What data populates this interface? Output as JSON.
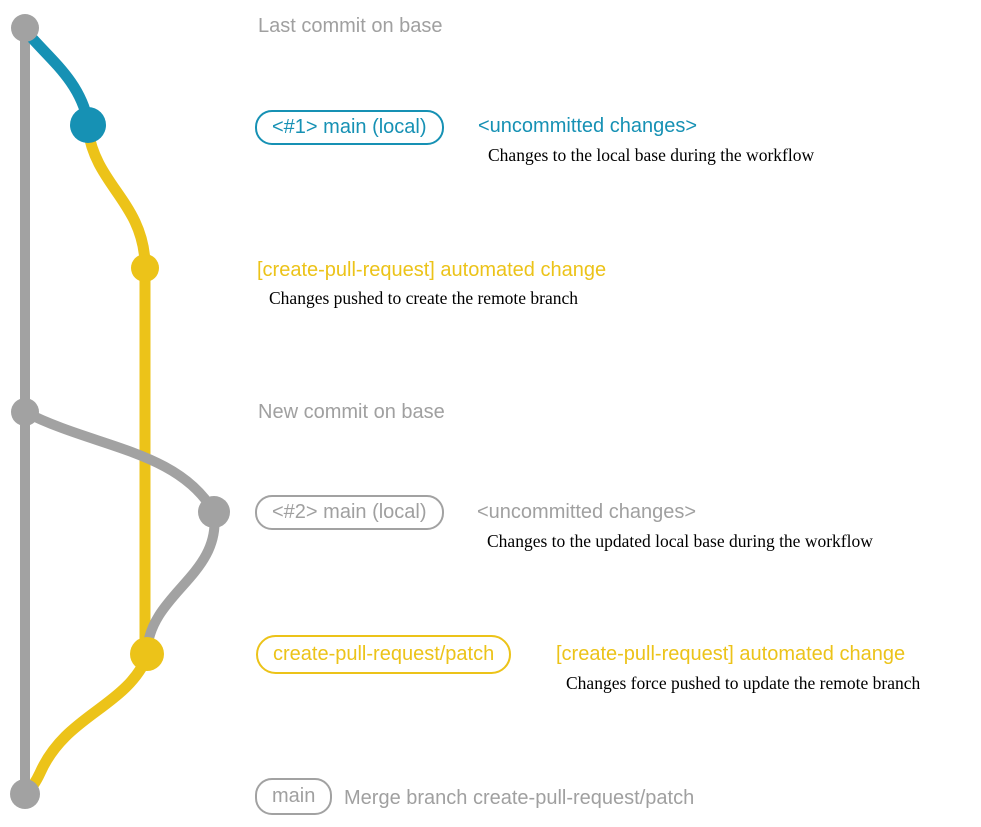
{
  "colors": {
    "gray": "#a2a2a2",
    "gray_text": "#a0a0a0",
    "blue": "#1691b4",
    "yellow": "#ecc319",
    "desc_black": "#000000"
  },
  "annotations": {
    "last_commit_label": "Last commit on base",
    "new_commit_label": "New commit on base",
    "row1": {
      "tag": "<#1> main (local)",
      "status": "<uncommitted changes>",
      "desc": "Changes to the local base during the workflow"
    },
    "row2": {
      "label": "[create-pull-request] automated change",
      "desc": "Changes pushed to create the remote branch"
    },
    "row3": {
      "tag": "<#2> main (local)",
      "status": "<uncommitted changes>",
      "desc": "Changes to the updated local base during the workflow"
    },
    "row4": {
      "tag": "create-pull-request/patch",
      "label": "[create-pull-request] automated change",
      "desc": "Changes force pushed to update the remote branch"
    },
    "row5": {
      "tag": "main",
      "label": "Merge branch create-pull-request/patch"
    }
  },
  "graph": {
    "branches": [
      "base",
      "main (local)",
      "create-pull-request/patch"
    ],
    "commits": [
      {
        "name": "last-commit-on-base",
        "branch": "base"
      },
      {
        "name": "uncommitted-changes-1",
        "branch": "main (local)"
      },
      {
        "name": "automated-change-1",
        "branch": "create-pull-request/patch"
      },
      {
        "name": "new-commit-on-base",
        "branch": "base"
      },
      {
        "name": "uncommitted-changes-2",
        "branch": "main (local)"
      },
      {
        "name": "automated-change-2",
        "branch": "create-pull-request/patch"
      },
      {
        "name": "merge-commit",
        "branch": "base"
      }
    ]
  }
}
